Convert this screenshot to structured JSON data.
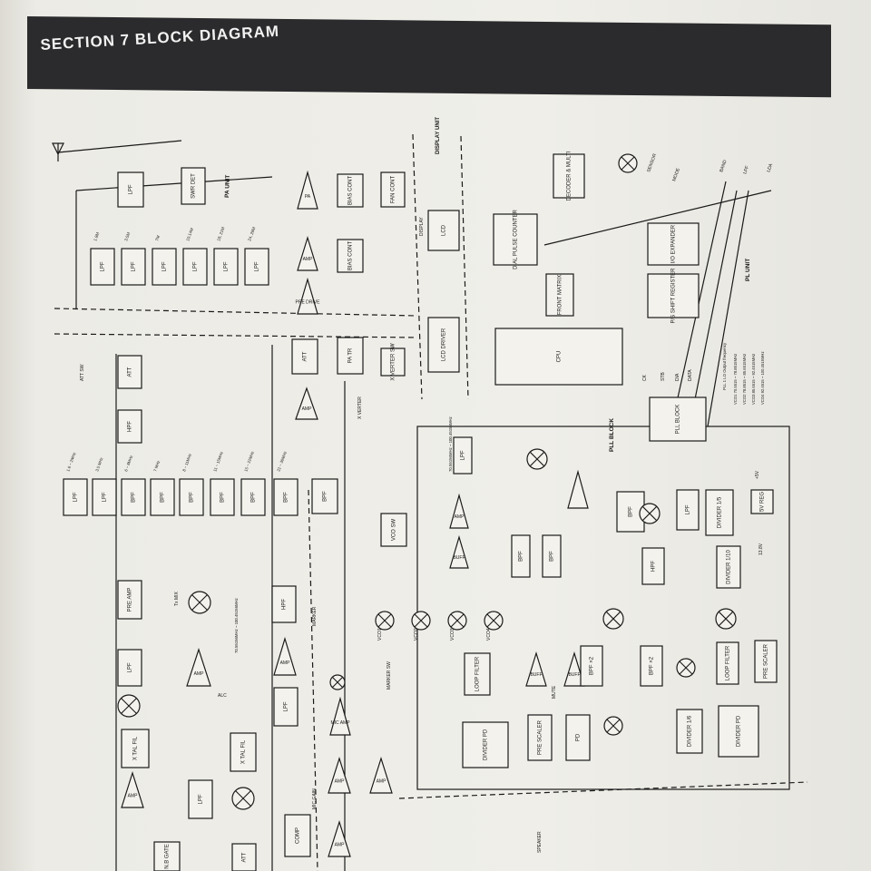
{
  "header": {
    "title": "SECTION 7  BLOCK DIAGRAM"
  },
  "units": {
    "pa_unit": "PA UNIT",
    "display_unit": "DISPLAY UNIT",
    "pl_unit": "PL UNIT",
    "pll_block": "PLL BLOCK"
  },
  "blocks": {
    "lpf_top": "LPF",
    "swr_det": "SWR DET",
    "pa": "PA",
    "bias_cont_1": "BIAS CONT",
    "bias_cont_2": "BIAS CONT",
    "fan_cont": "FAN CONT",
    "pre_drive": "PRE DRIVE",
    "amp_drive": "AMP",
    "lpf_bank": [
      "LPF",
      "LPF",
      "LPF",
      "LPF",
      "LPF",
      "LPF"
    ],
    "att": "ATT",
    "pa_tr": "PA TR",
    "amp_q4": "AMP",
    "tx_sw": "X VERTER SW",
    "hpf": "HPF",
    "bpf_bank": [
      "LPF",
      "LPF",
      "BPF",
      "BPF",
      "BPF",
      "BPF",
      "BPF",
      "BPF"
    ],
    "bpf_main": "BPF",
    "lcd": "LCD",
    "lcd_driver": "LCD DRIVER",
    "dial_pulse": "DIAL PULSE COUNTER",
    "decoder": "DECODER & MULTI",
    "front_matrix": "FRONT MATRIX",
    "cpu": "CPU",
    "io_expander": "I/O EXPANDER",
    "pis_shift": "P/S SHIFT REGISTER",
    "pll_block_box": "PLL BLOCK",
    "pre_amp": "PRE AMP",
    "lpf_mix": "LPF",
    "mix_label": "Tx MIX",
    "amp_q8": "AMP",
    "hpf_2": "HPF",
    "amp_q1": "AMP",
    "lpf_3": "LPF",
    "xtal_fil_1": "X TAL FIL",
    "xtal_fil_2": "X TAL FIL",
    "amp_agc": "AMP",
    "lpf_4": "LPF",
    "vco_sw": "VCO SW",
    "lpf_vco": "LPF",
    "amp_vco": "AMP",
    "buff_vco": "BUFF",
    "vco_labels": [
      "VCO1",
      "VCO2",
      "VCO3",
      "VCO4"
    ],
    "loop_filter": "LOOP FILTER",
    "divider_pd": "DIVIDER PD",
    "pre_scaler": "PRE SCALER",
    "ic_pd": "PD",
    "buff_1": "BUFF",
    "buff_2": "BUFF",
    "bpf_x2a": "BPF ×2",
    "bpf_x2b": "BPF ×2",
    "bpf_pll": "BPF",
    "bpf_pll2": "BPF",
    "lpf_pll": "LPF",
    "divider_15": "DIVIDER 1/5",
    "divider_10": "DIVIDER 1/10",
    "reg_5v": "5V REG",
    "hpf_pll": "HPF",
    "divider_16": "DIVIDER 1/6",
    "divider_pd2": "DIVIDER PD",
    "loop_filter2": "LOOP FILTER",
    "pre_scaler2": "PRE SCALER",
    "mic_amp": "MIC AMP",
    "amp_mic": "AMP",
    "amp_mic2": "AMP",
    "amp_mic3": "AMP",
    "comp": "COMP",
    "ic_amp": "AMP",
    "nb_gate": "N.B GATE",
    "att_b": "ATT"
  },
  "annotations": {
    "sensor": "SENSOR",
    "mode": "MODE",
    "band": "BAND",
    "lpf_out": "LPF",
    "lda": "LDA",
    "marker": "MARKER",
    "marker_sw": "MARKER SW",
    "display": "DISPLAY",
    "x_verter": "X VERTER",
    "alc": "ALC",
    "mute": "MUTE",
    "mic_gain": "MIC GAIN",
    "speaker": "SPEAKER",
    "att_sw": "ATT SW",
    "freq_70": "70.55156MHz ~ 100.45156MHz",
    "freq_mix": "70.55156MHz ~ 100.45156MHz",
    "pll_lo": "PLL 1 LO Output frequency",
    "vco_list": [
      "VCO1  70.5515 ~ 78.8515MHz",
      "VCO2  78.8515 ~ 85.6515MHz",
      "VCO3  85.6515 ~ 92.4515MHz",
      "VCO4  92.4515 ~ 100.4515MHz"
    ],
    "v13_8": "13.8V",
    "v5": "+5V",
    "ck": "CK",
    "stb": "STB",
    "data": "DATA",
    "dia": "DIA"
  },
  "band_labels": [
    "1.9M",
    "3.5M",
    "7M",
    "10.14M",
    "18, 21M",
    "24, 28M"
  ],
  "bpf_band_labels": [
    "1.6 ~ 2MHz",
    "3.5 MHz",
    "6 ~ 8MHz",
    "7 MHz",
    "8 ~ 11MHz",
    "11 ~ 15MHz",
    "15 ~ 22MHz",
    "22 ~ 30MHz"
  ]
}
